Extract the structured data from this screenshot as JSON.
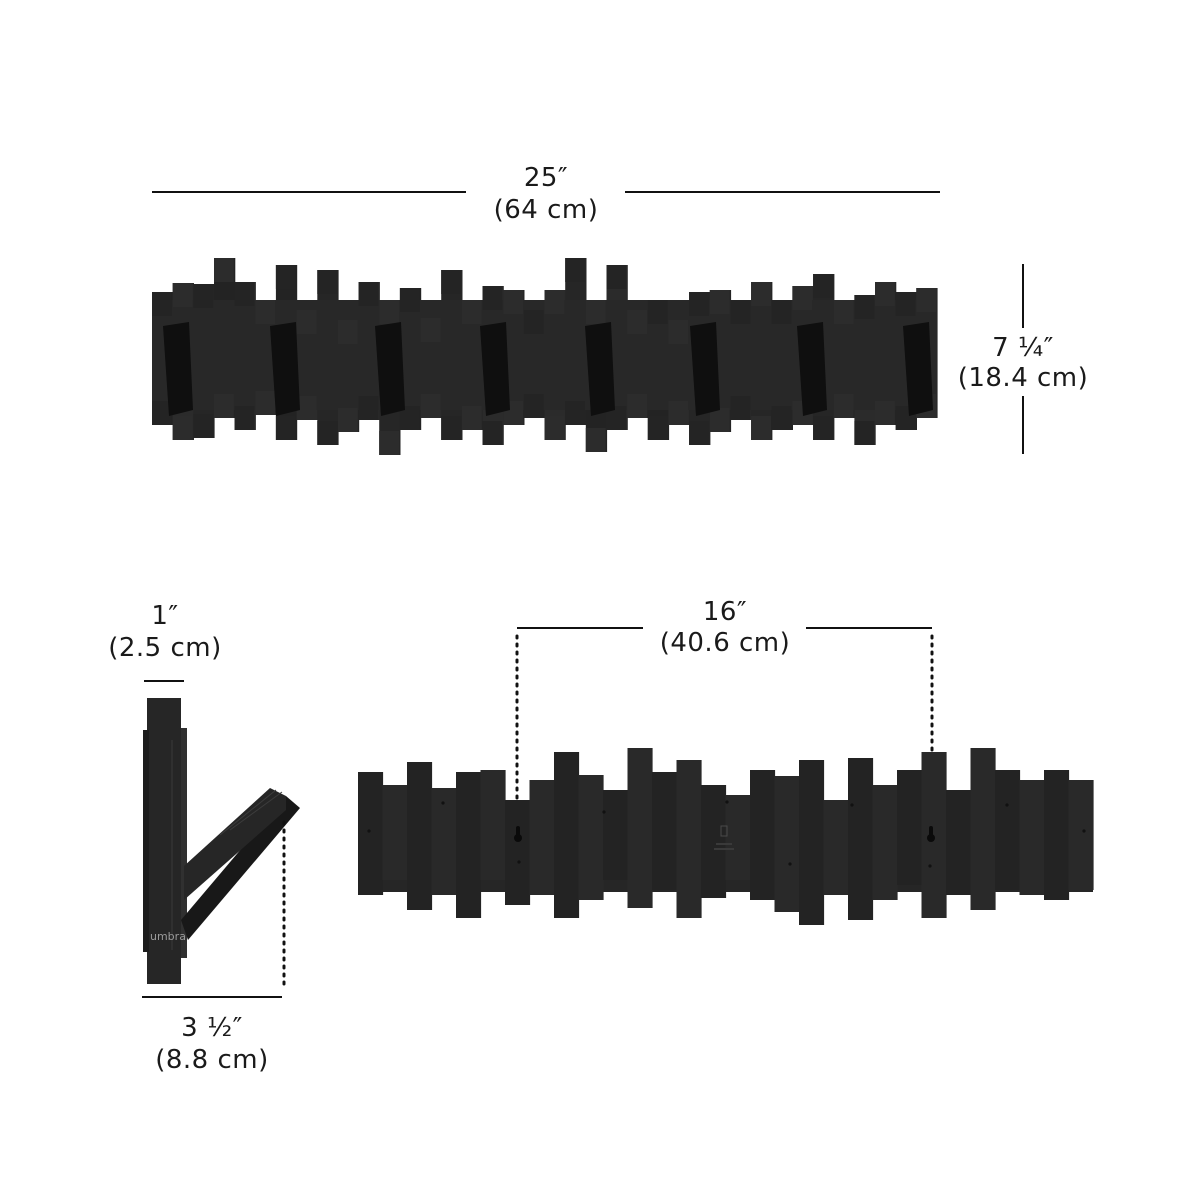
{
  "width_dimension": {
    "imperial": "25″",
    "metric": "(64 cm)"
  },
  "height_dimension": {
    "imperial": "7 ¼″",
    "metric": "(18.4 cm)"
  },
  "depth_top_dimension": {
    "imperial": "1″",
    "metric": "(2.5 cm)"
  },
  "depth_open_dimension": {
    "imperial": "3 ½″",
    "metric": "(8.8 cm)"
  },
  "mount_spacing_dimension": {
    "imperial": "16″",
    "metric": "(40.6 cm)"
  },
  "brand": {
    "logo_text": "umbra"
  },
  "colors": {
    "product": "#262626",
    "hook": "#0f0f0f",
    "line": "#111111",
    "text": "#1a1a1a"
  }
}
